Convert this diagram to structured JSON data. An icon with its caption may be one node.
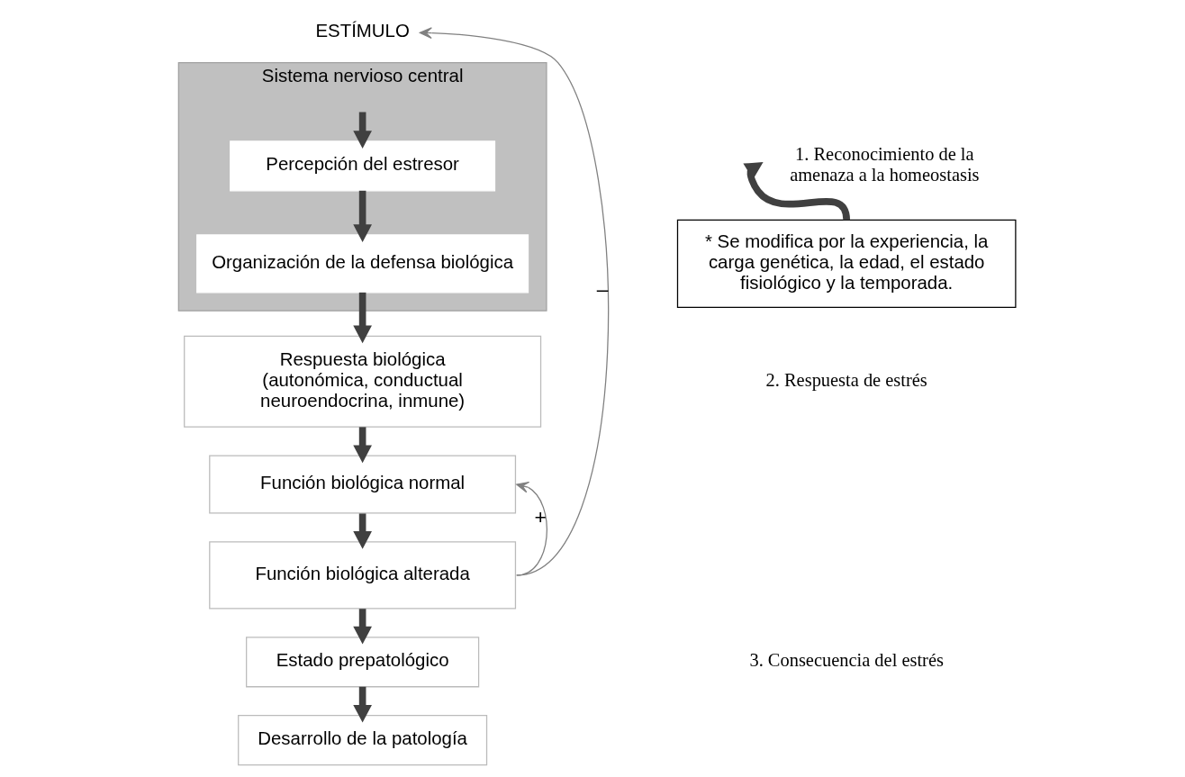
{
  "diagram": {
    "nodes": [
      {
        "text": [
          "ESTÍMULO"
        ]
      },
      {
        "text": [
          "Sistema nervioso central"
        ]
      },
      {
        "text": [
          "Percepción del estresor"
        ],
        "in": 1
      },
      {
        "text": [
          "Organización de la defensa biológica"
        ],
        "in": 1
      },
      {
        "text": [
          "Respuesta biológica (autonómica, conductual neuroendocrina, inmune)"
        ]
      },
      {
        "text": [
          "Función biológica normal"
        ]
      },
      {
        "text": [
          "Función biológica alterada"
        ]
      },
      {
        "text": [
          "Estado prepatológico"
        ]
      },
      {
        "text": [
          "Desarrollo de la patología"
        ]
      },
      {
        "text": [
          "* Se modifica por la experiencia, la carga genética, la edad, el estado fisiológico y la temporada."
        ]
      },
      {
        "text": [
          "1. Reconocimiento de la amenaza a la homeostasis"
        ]
      }
    ],
    "edges": [
      {
        "from": 1,
        "to": 2,
        "arrow": "to"
      },
      {
        "from": 2,
        "to": 3,
        "arrow": "to"
      },
      {
        "from": 3,
        "to": 4,
        "arrow": "to"
      },
      {
        "from": 4,
        "to": 5,
        "arrow": "to"
      },
      {
        "from": 5,
        "to": 6,
        "arrow": "to"
      },
      {
        "from": 6,
        "to": 7,
        "arrow": "to"
      },
      {
        "from": 7,
        "to": 8,
        "arrow": "to"
      },
      {
        "from": 6,
        "to": 5,
        "arrow": "to",
        "label": "+",
        "color": "#808080"
      },
      {
        "from": 6,
        "to": 0,
        "arrow": "to",
        "label": "–",
        "color": "#808080"
      },
      {
        "from": 9,
        "to": 10,
        "arrow": "to"
      }
    ],
    "labels": [
      "2. Respuesta de estrés",
      "3. Consecuencia del estrés"
    ]
  }
}
